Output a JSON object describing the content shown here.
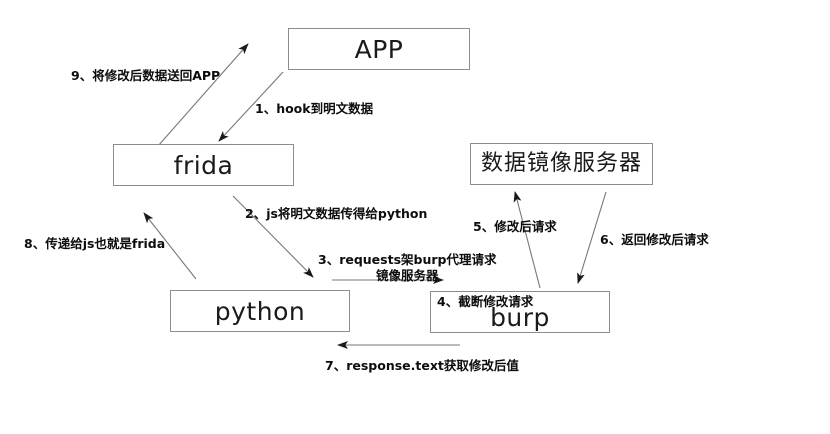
{
  "diagram": {
    "title": "frida + python + burp 数据镜像流程图",
    "background": "#ffffff",
    "stroke": "#8c8c8c",
    "text_color": "#0d0d0d",
    "nodes": [
      {
        "id": "app",
        "label": "APP",
        "script": "latin"
      },
      {
        "id": "frida",
        "label": "frida",
        "script": "latin"
      },
      {
        "id": "server",
        "label": "数据镜像服务器",
        "script": "cjk"
      },
      {
        "id": "python",
        "label": "python",
        "script": "latin"
      },
      {
        "id": "burp",
        "label": "burp",
        "script": "latin"
      }
    ],
    "node_notes": [
      {
        "id": "burp-note",
        "text": "4、截断修改请求"
      }
    ],
    "edges": [
      {
        "step": "1",
        "label": "1、hook到明文数据",
        "from": "app",
        "to": "frida"
      },
      {
        "step": "2",
        "label": "2、js将明文数据传得给python",
        "from": "frida",
        "to": "python"
      },
      {
        "step": "3",
        "label": "3、requests架burp代理请求\n镜像服务器",
        "from": "python",
        "to": "burp"
      },
      {
        "step": "4",
        "label": "4、截断修改请求",
        "from": "burp",
        "to": "burp"
      },
      {
        "step": "5",
        "label": "5、修改后请求",
        "from": "burp",
        "to": "server"
      },
      {
        "step": "6",
        "label": "6、返回修改后请求",
        "from": "server",
        "to": "burp"
      },
      {
        "step": "7",
        "label": "7、response.text获取修改后值",
        "from": "burp",
        "to": "python"
      },
      {
        "step": "8",
        "label": "8、传递给js也就是frida",
        "from": "python",
        "to": "frida"
      },
      {
        "step": "9",
        "label": "9、将修改后数据送回APP",
        "from": "frida",
        "to": "app"
      }
    ]
  }
}
